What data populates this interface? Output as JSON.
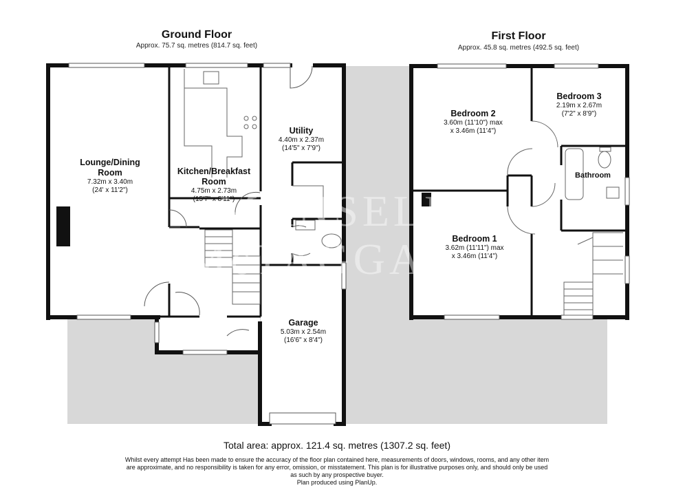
{
  "ground_floor": {
    "title": "Ground Floor",
    "area": "Approx. 75.7 sq. metres (814.7 sq. feet)",
    "rooms": [
      {
        "name_lines": [
          "Lounge/Dining",
          "Room"
        ],
        "dims": [
          "7.32m x 3.40m",
          "(24' x 11'2\")"
        ]
      },
      {
        "name_lines": [
          "Kitchen/Breakfast",
          "Room"
        ],
        "dims": [
          "4.75m x 2.73m",
          "(15'7\" x 8'11\")"
        ]
      },
      {
        "name_lines": [
          "Utility"
        ],
        "dims": [
          "4.40m x 2.37m",
          "(14'5\" x 7'9\")"
        ]
      },
      {
        "name_lines": [
          "Garage"
        ],
        "dims": [
          "5.03m x 2.54m",
          "(16'6\" x 8'4\")"
        ]
      }
    ]
  },
  "first_floor": {
    "title": "First Floor",
    "area": "Approx. 45.8 sq. metres (492.5 sq. feet)",
    "rooms": [
      {
        "name_lines": [
          "Bedroom 2"
        ],
        "dims": [
          "3.60m (11'10\") max",
          "x 3.46m (11'4\")"
        ]
      },
      {
        "name_lines": [
          "Bedroom 3"
        ],
        "dims": [
          "2.19m x 2.67m",
          "(7'2\" x 8'9\")"
        ]
      },
      {
        "name_lines": [
          "Bathroom"
        ],
        "dims": []
      },
      {
        "name_lines": [
          "Bedroom 1"
        ],
        "dims": [
          "3.62m (11'11\") max",
          "x 3.46m (11'4\")"
        ]
      }
    ]
  },
  "watermark": {
    "line1": "MANSELL",
    "line2": "McTAGGART"
  },
  "total_area": "Total area: approx. 121.4 sq. metres (1307.2 sq. feet)",
  "disclaimer": [
    "Whilst every attempt Has been made to ensure the accuracy of the floor plan contained here, measurements of doors, windows, rooms, and any other item",
    "are approximate, and no responsibility is taken for any error, omission, or misstatement. This plan is for illustrative purposes only, and should only be used",
    "as such by any prospective buyer.",
    "Plan produced using PlanUp."
  ],
  "colors": {
    "wall": "#111111",
    "floor_fill": "#d6d6d6",
    "room_fill": "#ffffff"
  }
}
